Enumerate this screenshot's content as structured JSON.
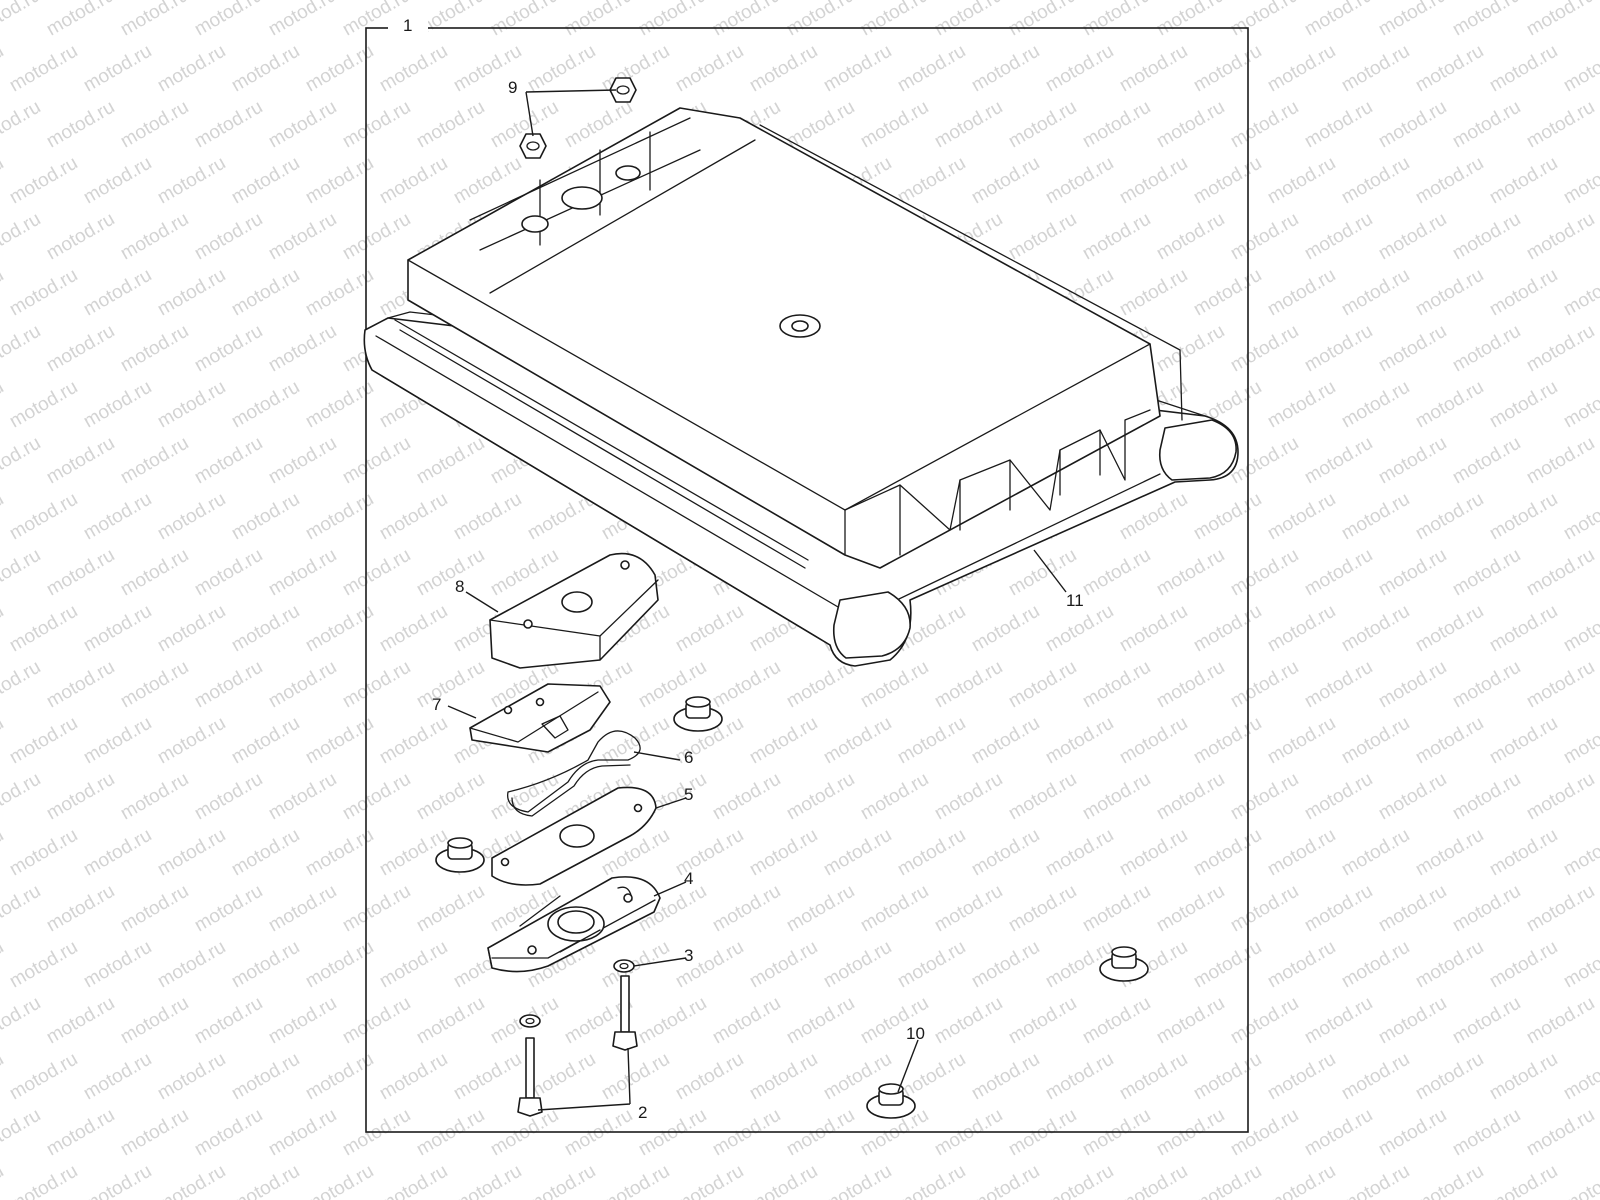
{
  "watermark": "motod.ru",
  "callouts": [
    {
      "id": "1",
      "label": "1"
    },
    {
      "id": "2",
      "label": "2"
    },
    {
      "id": "3",
      "label": "3"
    },
    {
      "id": "4",
      "label": "4"
    },
    {
      "id": "5",
      "label": "5"
    },
    {
      "id": "6",
      "label": "6"
    },
    {
      "id": "7",
      "label": "7"
    },
    {
      "id": "8",
      "label": "8"
    },
    {
      "id": "9",
      "label": "9"
    },
    {
      "id": "10",
      "label": "10"
    },
    {
      "id": "11",
      "label": "11"
    }
  ]
}
